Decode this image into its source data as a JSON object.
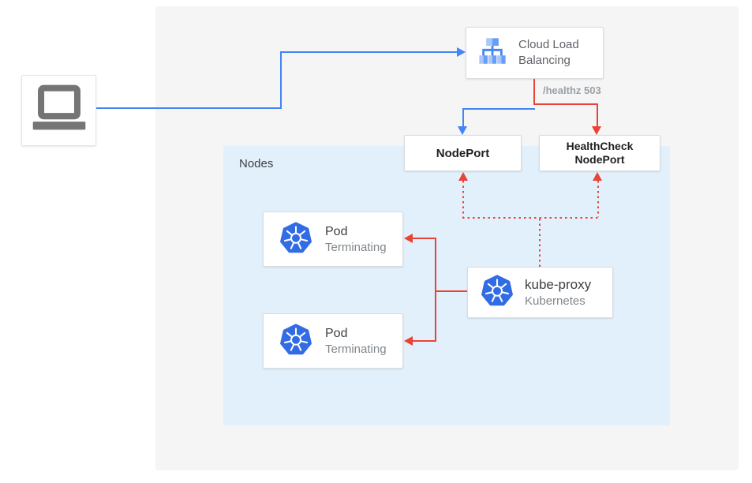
{
  "colors": {
    "blue_flow": "#4285F4",
    "red_flow": "#EA4335",
    "canvas_bg": "#F5F5F5",
    "nodes_panel_bg": "#E2F0FC",
    "kubernetes_blue": "#326CE5",
    "lb_icon_blue_light": "#A8C7FA",
    "lb_icon_blue_mid": "#669DF6",
    "laptop_gray": "#757575",
    "bold_text": "#202124",
    "muted_text": "#80868B"
  },
  "client": {
    "icon": "laptop-icon"
  },
  "load_balancer": {
    "name_line1": "Cloud Load",
    "name_line2": "Balancing"
  },
  "edge_labels": {
    "healthz": "/healthz 503"
  },
  "nodes_group": {
    "label": "Nodes"
  },
  "nodeport": {
    "label": "NodePort"
  },
  "healthcheck_nodeport": {
    "label_line1": "HealthCheck",
    "label_line2": "NodePort"
  },
  "pods": [
    {
      "title": "Pod",
      "status": "Terminating"
    },
    {
      "title": "Pod",
      "status": "Terminating"
    }
  ],
  "kube_proxy": {
    "title": "kube-proxy",
    "subtitle": "Kubernetes"
  },
  "connections": [
    {
      "from": "client",
      "to": "cloud-load-balancing",
      "style": "solid",
      "color": "#4285F4"
    },
    {
      "from": "cloud-load-balancing",
      "to": "nodeport",
      "style": "solid",
      "color": "#4285F4"
    },
    {
      "from": "cloud-load-balancing",
      "to": "healthcheck-nodeport",
      "style": "solid",
      "color": "#EA4335",
      "label": "/healthz 503"
    },
    {
      "from": "kube-proxy",
      "to": "nodeport",
      "style": "dotted",
      "color": "#EA4335"
    },
    {
      "from": "kube-proxy",
      "to": "healthcheck-nodeport",
      "style": "dotted",
      "color": "#EA4335"
    },
    {
      "from": "kube-proxy",
      "to": "pod-1",
      "style": "solid",
      "color": "#EA4335"
    },
    {
      "from": "kube-proxy",
      "to": "pod-2",
      "style": "solid",
      "color": "#EA4335"
    }
  ]
}
